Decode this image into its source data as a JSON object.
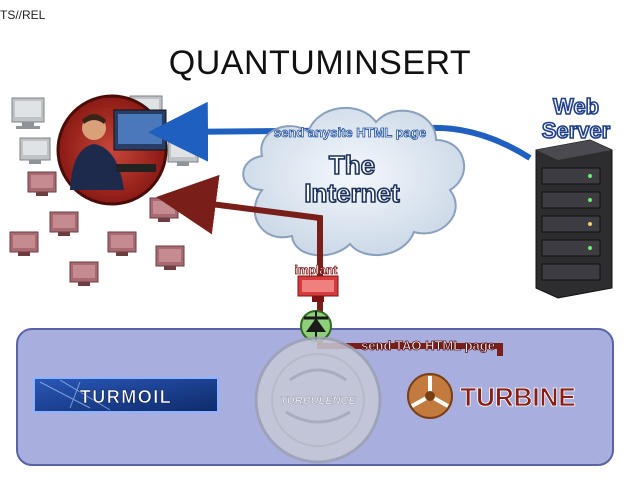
{
  "header": {
    "classification": "TS//REL",
    "title": "QUANTUMINSERT"
  },
  "labels": {
    "web_server_line1": "Web",
    "web_server_line2": "Server",
    "internet_line1": "The",
    "internet_line2": "Internet",
    "send_anysite": "send anysite HTML page",
    "implant": "implant",
    "send_tao": "send TAO HTML page"
  },
  "logos": {
    "turmoil": "TURMOIL",
    "turbulence": "TURBULENCE",
    "turbine": "TURBINE"
  },
  "colors": {
    "blue_arrow": "#1f5fbf",
    "red_arrow": "#7a1e1a",
    "panel": "#a8aede",
    "turbine_text": "#8b1e14"
  }
}
